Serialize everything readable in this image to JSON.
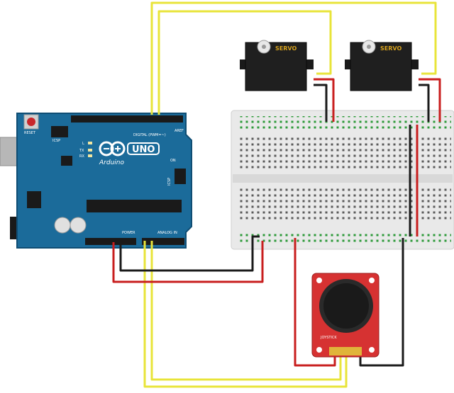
{
  "arduino": {
    "brand_mark": "UNO",
    "brand_name": "Arduino",
    "reset_label": "RESET",
    "icsp_label": "ICSP",
    "icsp2_label": "ICSP",
    "led_labels": [
      "L",
      "TX",
      "RX"
    ],
    "on_label": "ON",
    "header_digital_label": "DIGITAL (PWM=~)",
    "header_power_label": "POWER",
    "header_analog_label": "ANALOG IN",
    "aref_label": "AREF",
    "colors": {
      "board": "#1b6b9a",
      "board_edge": "#0f4d73",
      "logo": "#ffffff"
    }
  },
  "servos": [
    {
      "label": "SERVO"
    },
    {
      "label": "SERVO"
    }
  ],
  "joystick": {
    "label": "JOYSTICK",
    "colors": {
      "pcb": "#d63232",
      "cap": "#1a1a1a"
    }
  },
  "wires": {
    "colors": {
      "signal": "#e8e43a",
      "power": "#c81e1e",
      "ground": "#1a1a1a"
    }
  }
}
